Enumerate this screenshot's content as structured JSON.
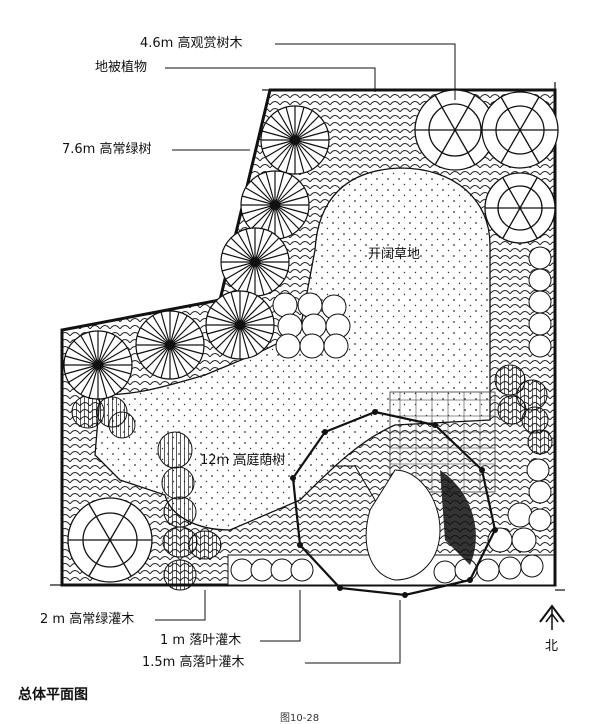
{
  "labels": {
    "ornamental_tree": "4.6m 高观赏树木",
    "ground_cover": "地被植物",
    "evergreen_tree": "7.6m 高常绿树",
    "lawn": "开阔草地",
    "shade_tree": "12m 高庭荫树",
    "evergreen_shrub": "2 m 高常绿灌木",
    "deciduous_shrub_1m": "1 m 落叶灌木",
    "deciduous_shrub_15m": "1.5m 高落叶灌木"
  },
  "north_label": "北",
  "caption": "总体平面图",
  "figure_number": "图10-28"
}
